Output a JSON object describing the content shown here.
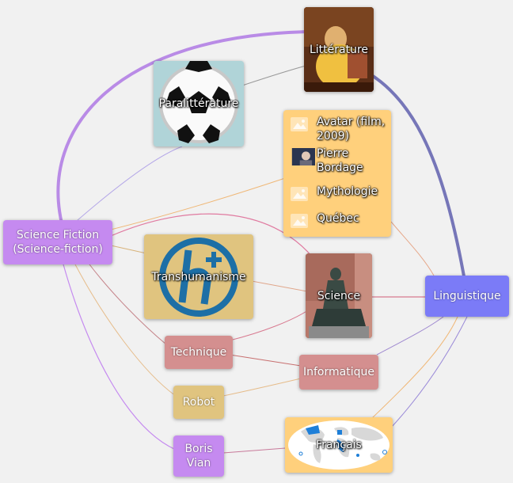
{
  "nodes": {
    "science_fiction": "Science Fiction (Science-fiction)",
    "litterature": "Littérature",
    "paralitterature": "Paralittérature",
    "transhumanisme": "Transhumanisme",
    "science": "Science",
    "linguistique": "Linguistique",
    "technique": "Technique",
    "informatique": "Informatique",
    "robot": "Robot",
    "boris_vian": "Boris Vian",
    "francais": "Français"
  },
  "list_items": [
    {
      "label": "Avatar (film, 2009)",
      "icon": "image-placeholder-icon"
    },
    {
      "label": "Pierre Bordage",
      "icon": "portrait-photo-icon"
    },
    {
      "label": "Mythologie",
      "icon": "image-placeholder-icon"
    },
    {
      "label": "Québec",
      "icon": "image-placeholder-icon"
    }
  ],
  "colors": {
    "purple": "#c58af0",
    "blue": "#7b7bf7",
    "orange": "#ffd07c",
    "tan": "#e0c47f",
    "rose": "#d48f8f",
    "teal": "#b0d4d8",
    "background": "#f1f1f1"
  }
}
